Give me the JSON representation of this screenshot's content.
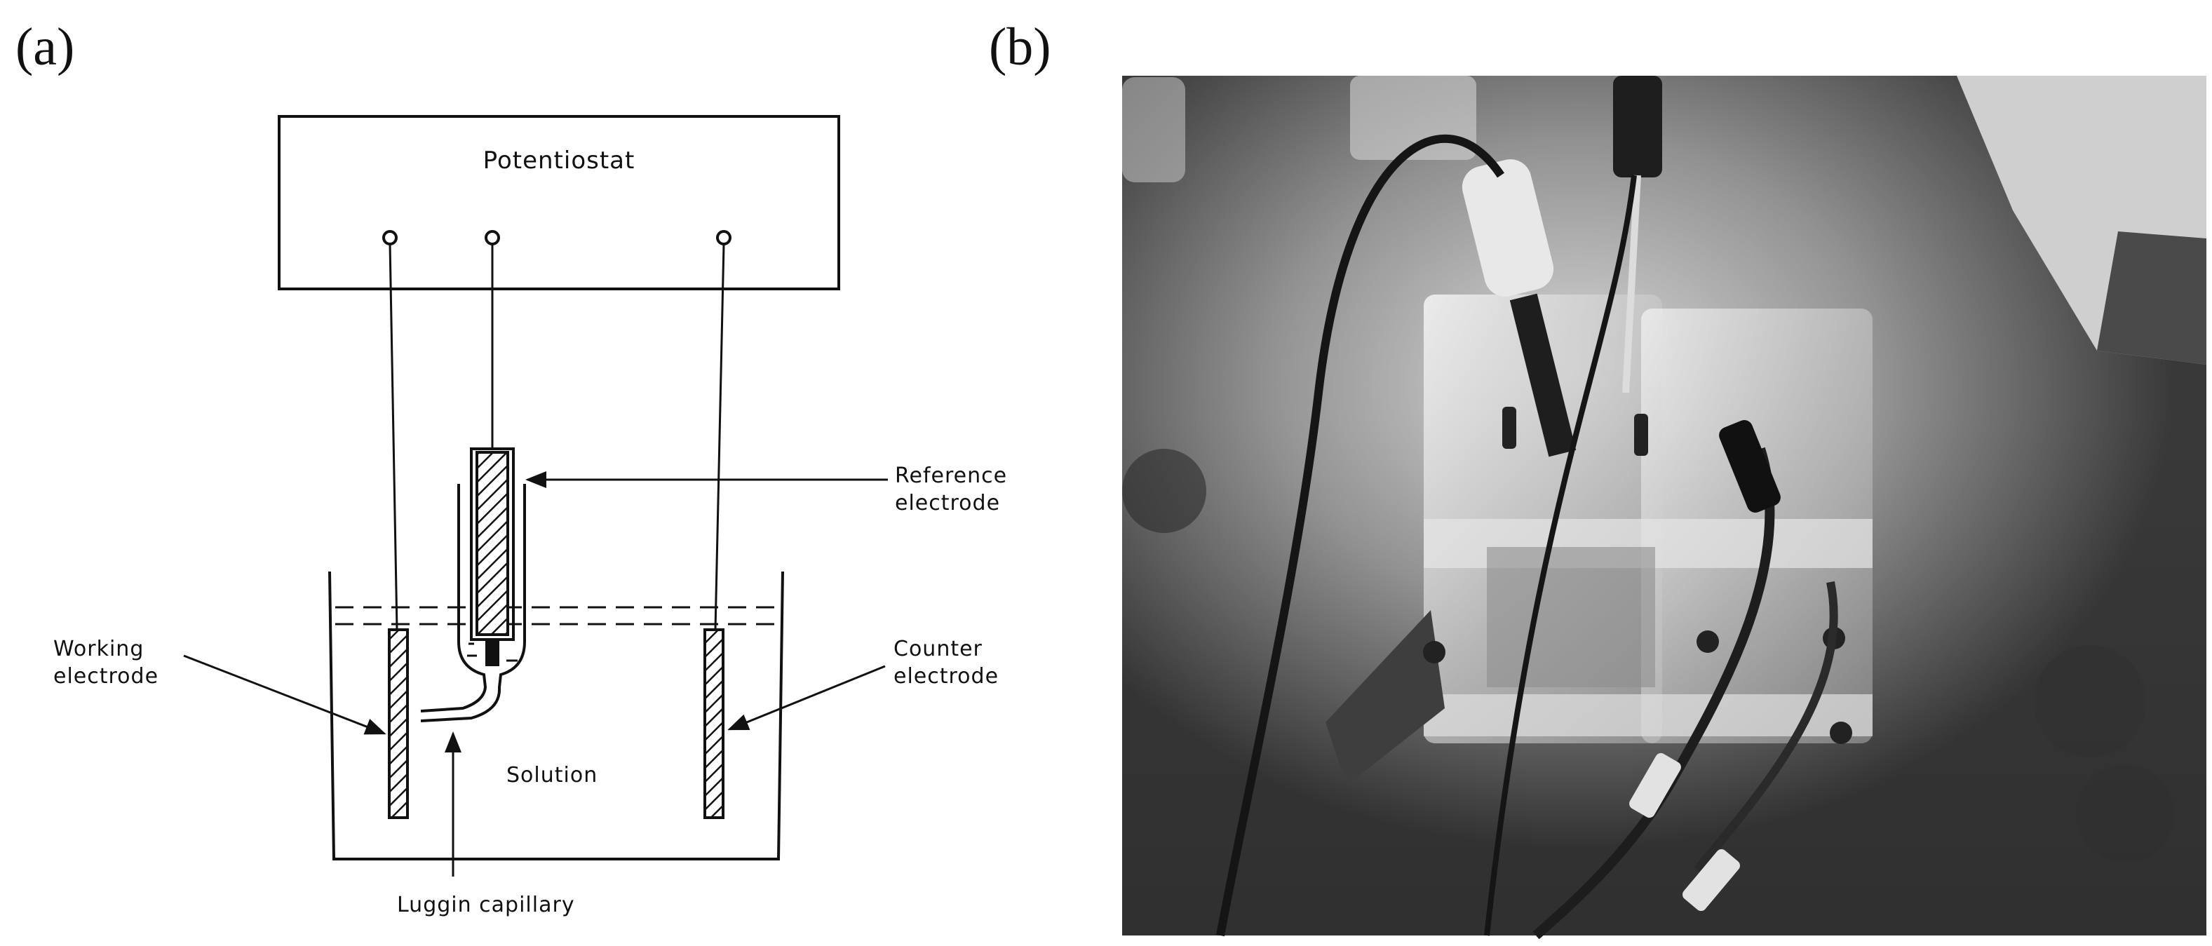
{
  "panels": {
    "a_label": "(a)",
    "b_label": "(b)"
  },
  "diagram": {
    "potentiostat": "Potentiostat",
    "reference_electrode": [
      "Reference",
      "electrode"
    ],
    "working_electrode": [
      "Working",
      "electrode"
    ],
    "counter_electrode": [
      "Counter",
      "electrode"
    ],
    "solution": "Solution",
    "luggin_capillary": "Luggin capillary"
  },
  "colors": {
    "line": "#111111",
    "photo_background": "#3a3a3a",
    "photo_highlight": "#d8d8d8"
  }
}
